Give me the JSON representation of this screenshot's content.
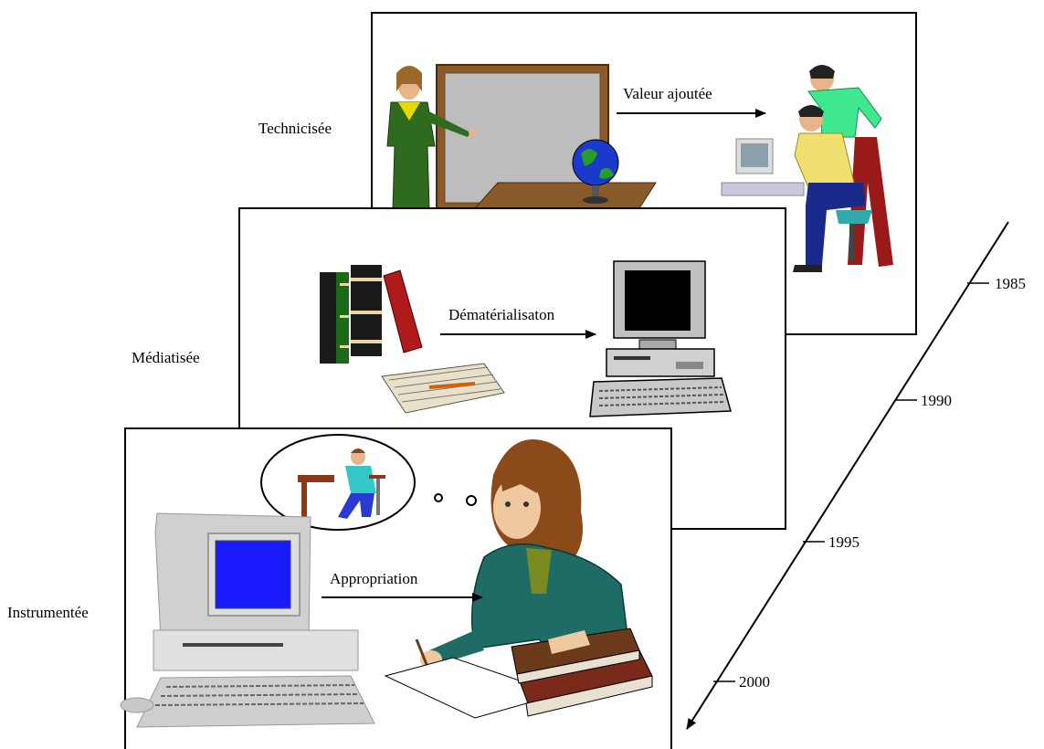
{
  "stages": {
    "technicisee": {
      "label": "Technicisée",
      "arrow_label": "Valeur ajoutée"
    },
    "mediatisee": {
      "label": "Médiatisée",
      "arrow_label": "Dématérialisaton"
    },
    "instrumentee": {
      "label": "Instrumentée",
      "arrow_label": "Appropriation"
    }
  },
  "timeline": {
    "ticks": [
      "1985",
      "1990",
      "1995",
      "2000"
    ]
  },
  "icons": {
    "teacher_blackboard": "teacher-at-blackboard-icon",
    "globe": "globe-icon",
    "people_at_computer": "people-at-computer-icon",
    "books": "books-icon",
    "notepad_pencil": "notepad-pencil-icon",
    "desktop_computer": "desktop-computer-icon",
    "thought_bubble": "thought-bubble-icon",
    "woman_writing": "woman-writing-icon"
  },
  "colors": {
    "frame": "#000000",
    "blackboard": "#bdbdbd",
    "blackboard_frame": "#7a4a1e",
    "teacher_suit": "#2e6b1f",
    "screen_blue": "#1a1aff",
    "jacket_teal": "#1f6b66",
    "hair_brown": "#7a4a1e"
  }
}
